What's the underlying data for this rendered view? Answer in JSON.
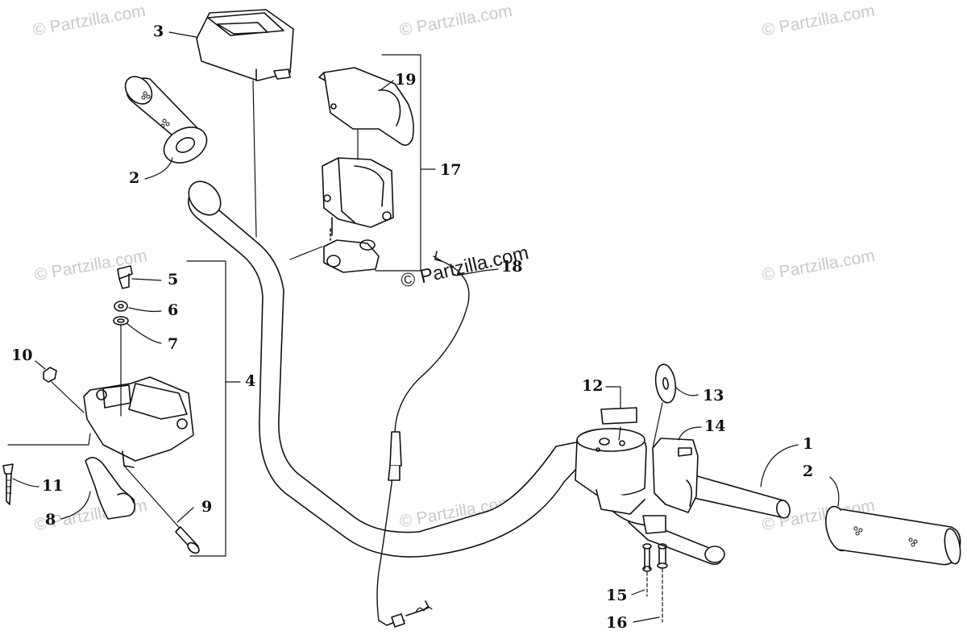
{
  "watermark": {
    "text": "© Partzilla.com"
  },
  "callouts": [
    {
      "id": "c1",
      "label": "1"
    },
    {
      "id": "c2a",
      "label": "2"
    },
    {
      "id": "c2b",
      "label": "2"
    },
    {
      "id": "c3",
      "label": "3"
    },
    {
      "id": "c4",
      "label": "4"
    },
    {
      "id": "c5",
      "label": "5"
    },
    {
      "id": "c6",
      "label": "6"
    },
    {
      "id": "c7",
      "label": "7"
    },
    {
      "id": "c8",
      "label": "8"
    },
    {
      "id": "c9",
      "label": "9"
    },
    {
      "id": "c10",
      "label": "10"
    },
    {
      "id": "c11",
      "label": "11"
    },
    {
      "id": "c12",
      "label": "12"
    },
    {
      "id": "c13",
      "label": "13"
    },
    {
      "id": "c14",
      "label": "14"
    },
    {
      "id": "c15",
      "label": "15"
    },
    {
      "id": "c16",
      "label": "16"
    },
    {
      "id": "c17",
      "label": "17"
    },
    {
      "id": "c18",
      "label": "18"
    },
    {
      "id": "c19",
      "label": "19"
    }
  ]
}
